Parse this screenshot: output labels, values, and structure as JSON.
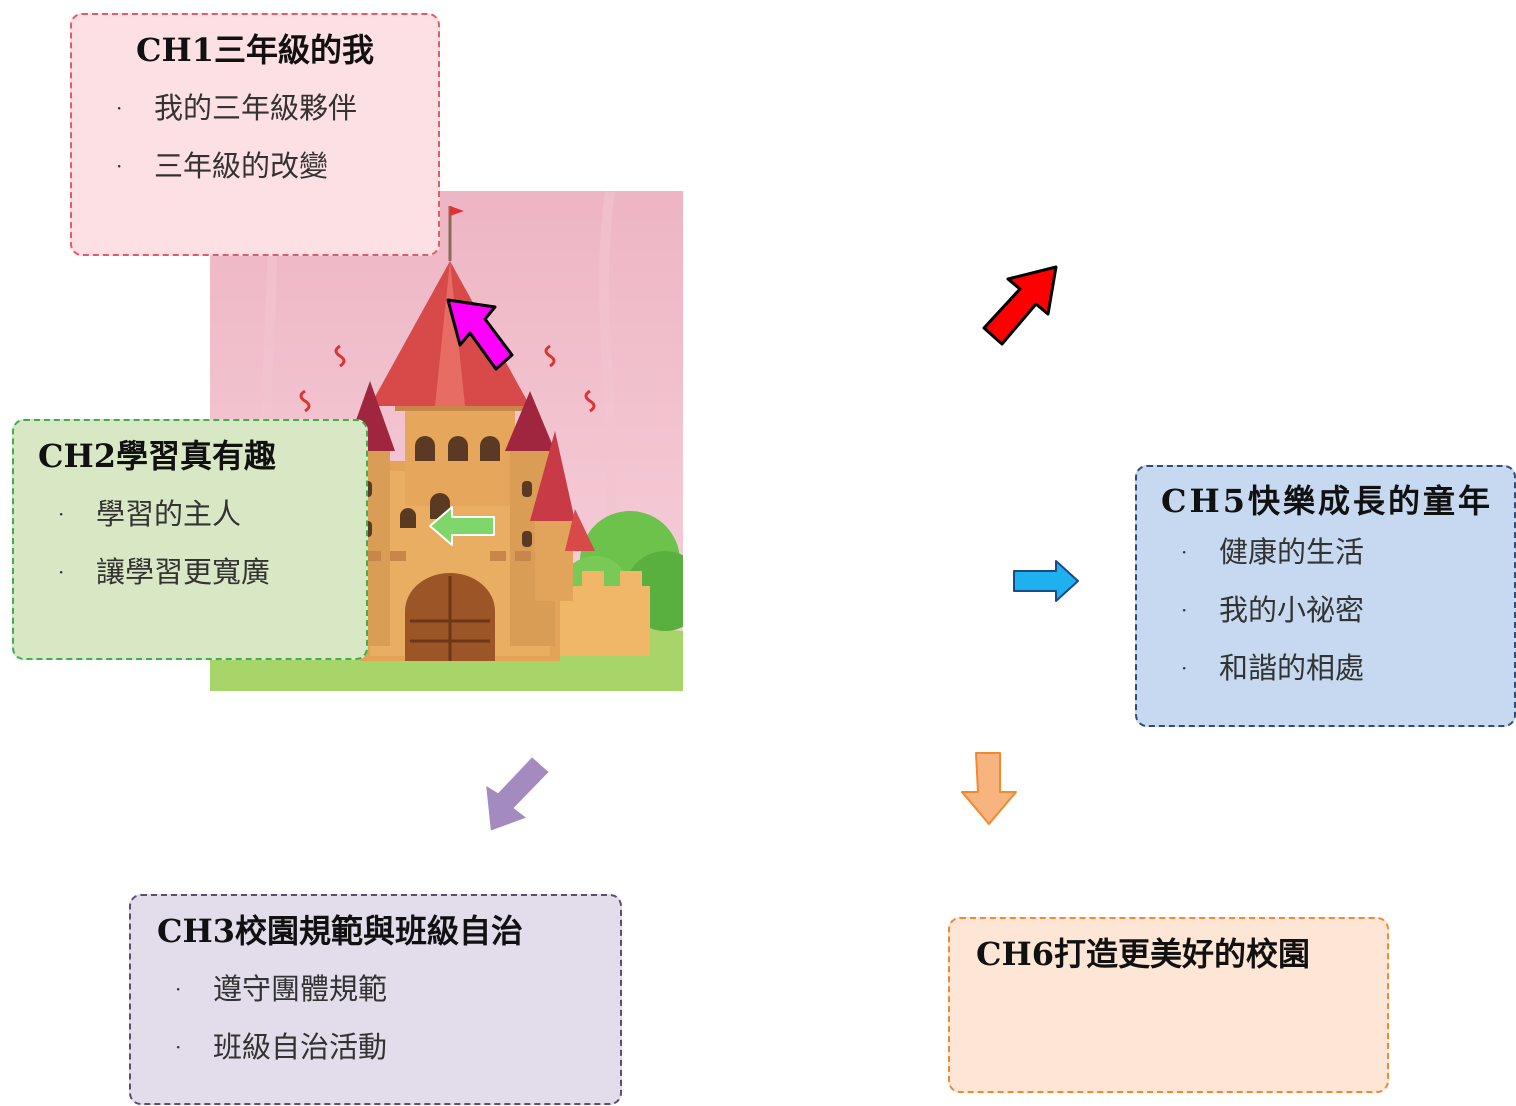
{
  "chapters": {
    "ch1": {
      "title": "CH1三年級的我",
      "items": [
        "我的三年級夥伴",
        "三年級的改變"
      ]
    },
    "ch2": {
      "title": "CH2學習真有趣",
      "items": [
        "學習的主人",
        "讓學習更寬廣"
      ]
    },
    "ch3": {
      "title": "CH3校園規範與班級自治",
      "items": [
        "遵守團體規範",
        "班級自治活動"
      ]
    },
    "ch5": {
      "title": "CH5快樂成長的童年",
      "items": [
        "健康的生活",
        "我的小祕密",
        "和諧的相處"
      ]
    },
    "ch6": {
      "title": "CH6打造更美好的校園"
    }
  },
  "bullet": "·",
  "colors": {
    "ch1_bg": "#fde0e3",
    "ch1_border": "#e05c6a",
    "ch2_bg": "#d8e7c4",
    "ch2_border": "#3fae4f",
    "ch3_bg": "#e3dcea",
    "ch3_border": "#5c4f6d",
    "ch5_bg": "#c7d9f0",
    "ch5_border": "#2f4c78",
    "ch6_bg": "#fde6d5",
    "ch6_border": "#ef8a33",
    "arrow_magenta": "#ff00ff",
    "arrow_red": "#ff0000",
    "arrow_green": "#7fd66b",
    "arrow_blue": "#1fb0f0",
    "arrow_purple": "#a38bbf",
    "arrow_orange": "#f7b47e"
  },
  "icons": {
    "castle": "castle-illustration",
    "arrows": [
      "magenta-arrow-icon",
      "red-arrow-icon",
      "green-arrow-icon",
      "blue-arrow-icon",
      "purple-arrow-icon",
      "orange-arrow-icon"
    ]
  }
}
